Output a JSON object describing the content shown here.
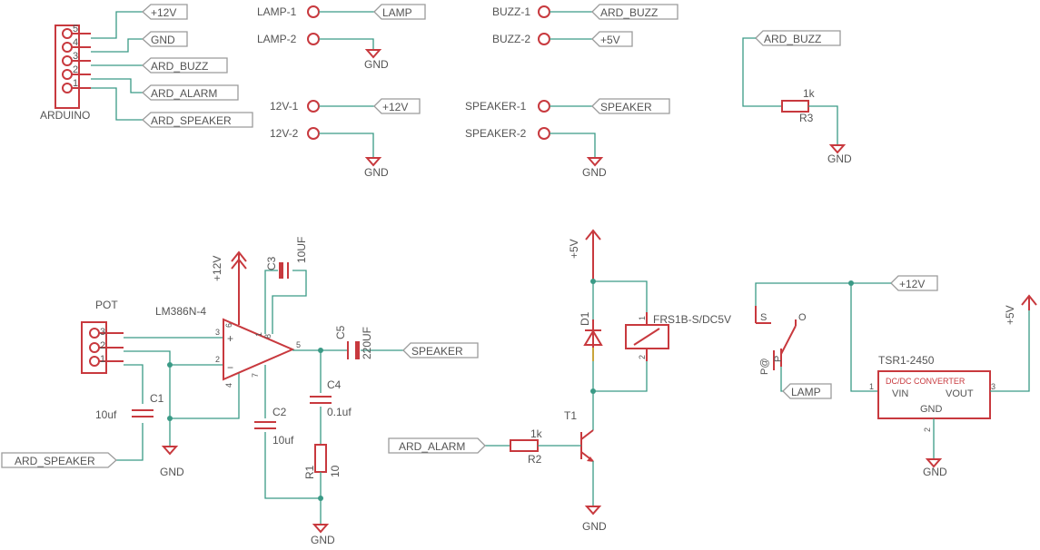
{
  "arduino": {
    "name": "ARDUINO",
    "pins": [
      "5",
      "4",
      "3",
      "2",
      "1"
    ],
    "nets": [
      "+12V",
      "GND",
      "ARD_BUZZ",
      "ARD_ALARM",
      "ARD_SPEAKER"
    ]
  },
  "connectors": {
    "lamp1": "LAMP-1",
    "lamp2": "LAMP-2",
    "v12_1": "12V-1",
    "v12_2": "12V-2",
    "buzz1": "BUZZ-1",
    "buzz2": "BUZZ-2",
    "spk1": "SPEAKER-1",
    "spk2": "SPEAKER-2"
  },
  "nets": {
    "lamp": "LAMP",
    "v12": "+12V",
    "gnd": "GND",
    "ard_buzz": "ARD_BUZZ",
    "v5": "+5V",
    "speaker": "SPEAKER",
    "ard_speaker": "ARD_SPEAKER",
    "ard_alarm": "ARD_ALARM"
  },
  "r3": {
    "name": "R3",
    "value": "1k"
  },
  "pot": {
    "name": "POT",
    "pins": [
      "3",
      "2",
      "1"
    ]
  },
  "amp": {
    "name": "LM386N-4",
    "plus": "+",
    "minus": "−",
    "pins": {
      "p3": "3",
      "p2": "2",
      "p6": "6",
      "p1": "1",
      "p8": "8",
      "p4": "4",
      "p7": "7",
      "p5": "5"
    }
  },
  "c1": {
    "name": "C1",
    "value": "10uf"
  },
  "c2": {
    "name": "C2",
    "value": "10uf"
  },
  "c3": {
    "name": "C3",
    "value": "10UF"
  },
  "c4": {
    "name": "C4",
    "value": "0.1uf"
  },
  "c5": {
    "name": "C5",
    "value": "220UF"
  },
  "r1": {
    "name": "R1",
    "value": "10"
  },
  "d1": {
    "name": "D1"
  },
  "relay": {
    "name": "FRS1B-S/DC5V",
    "pin1": "1",
    "pin2": "2"
  },
  "t1": {
    "name": "T1"
  },
  "r2": {
    "name": "R2",
    "value": "1k"
  },
  "switch": {
    "s": "S",
    "o": "O",
    "p": "P",
    "pa": "P@"
  },
  "tsr": {
    "name": "TSR1-2450",
    "title": "DC/DC CONVERTER",
    "vin": "VIN",
    "vout": "VOUT",
    "gnd": "GND",
    "pin1": "1",
    "pin2": "2",
    "pin3": "3"
  }
}
